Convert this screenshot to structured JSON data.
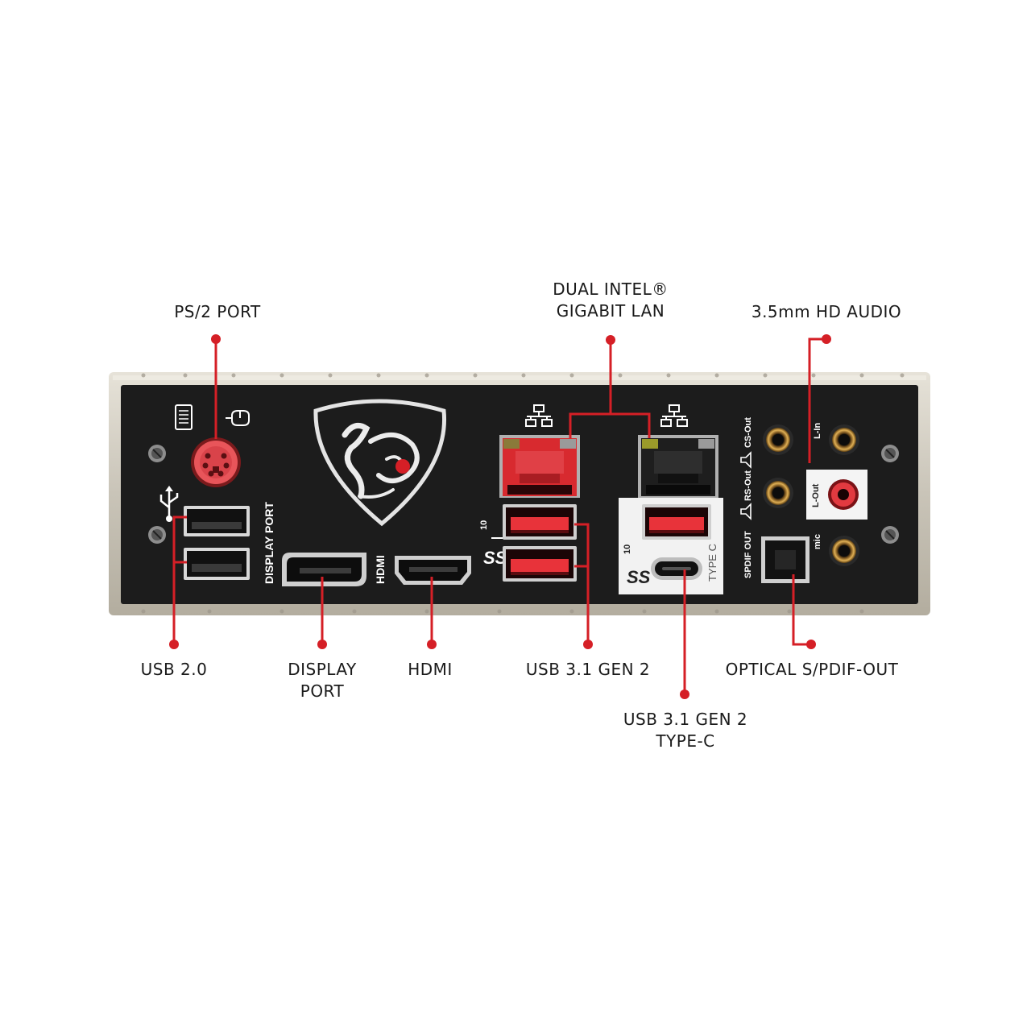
{
  "callouts": {
    "ps2": "PS/2 PORT",
    "lan": [
      "DUAL INTEL®",
      "GIGABIT LAN"
    ],
    "audio": "3.5mm HD AUDIO",
    "usb20": "USB 2.0",
    "displayport": [
      "DISPLAY",
      "PORT"
    ],
    "hdmi": "HDMI",
    "usb31": "USB 3.1 GEN 2",
    "usb31c": [
      "USB 3.1 GEN 2",
      "TYPE-C"
    ],
    "optical": "OPTICAL S/PDIF-OUT"
  },
  "panel_labels": {
    "displayport": "DISPLAY PORT",
    "hdmi": "HDMI",
    "type_c": "TYPE C",
    "usb_speed": "10",
    "spdif": "SPDIF OUT",
    "cs_out": "CS-Out",
    "rs_out": "RS-Out",
    "l_in": "L-In",
    "l_out": "L-Out",
    "mic": "mic"
  },
  "colors": {
    "accent": "#d51f26",
    "panel": "#1c1c1c",
    "shield_frame": "#c8c3b8",
    "text": "#1a1a1a"
  },
  "icons": [
    "usb-icon",
    "network-icon",
    "keyboard-icon",
    "mouse-icon",
    "msi-dragon-logo",
    "speaker-icon"
  ]
}
